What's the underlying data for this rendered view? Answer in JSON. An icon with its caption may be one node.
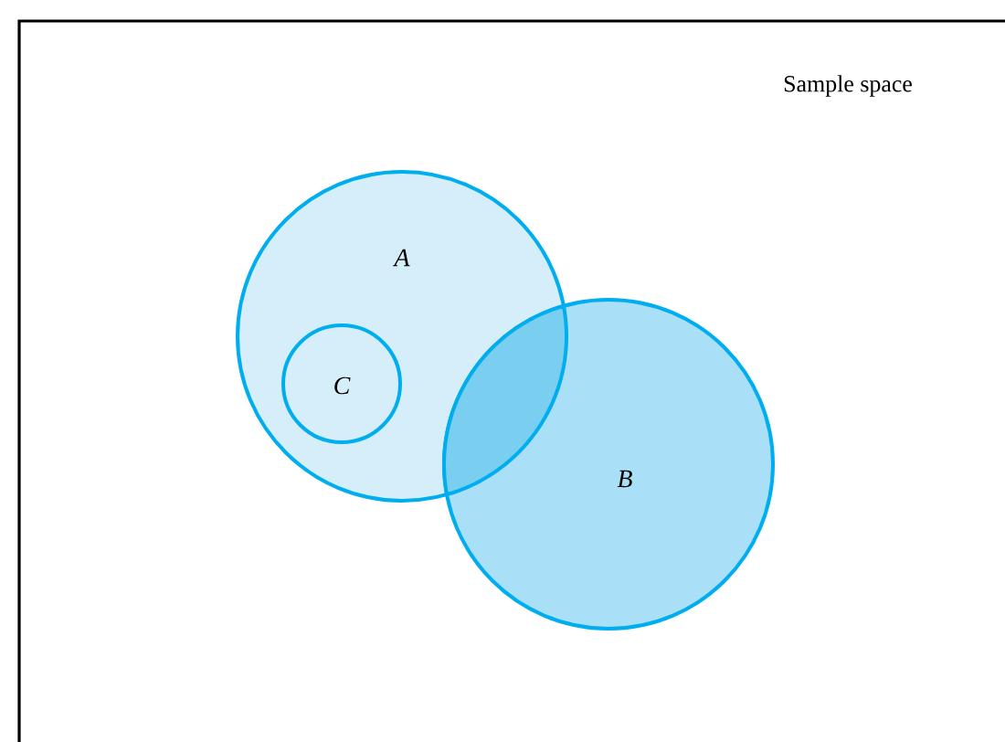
{
  "diagram": {
    "nodes": [
      {
        "text": [
          "Sample space"
        ]
      },
      {
        "text": [
          "A"
        ],
        "in": 0
      },
      {
        "text": [
          "C"
        ],
        "in": 1
      },
      {
        "text": [
          "B"
        ],
        "in": 0
      }
    ]
  }
}
